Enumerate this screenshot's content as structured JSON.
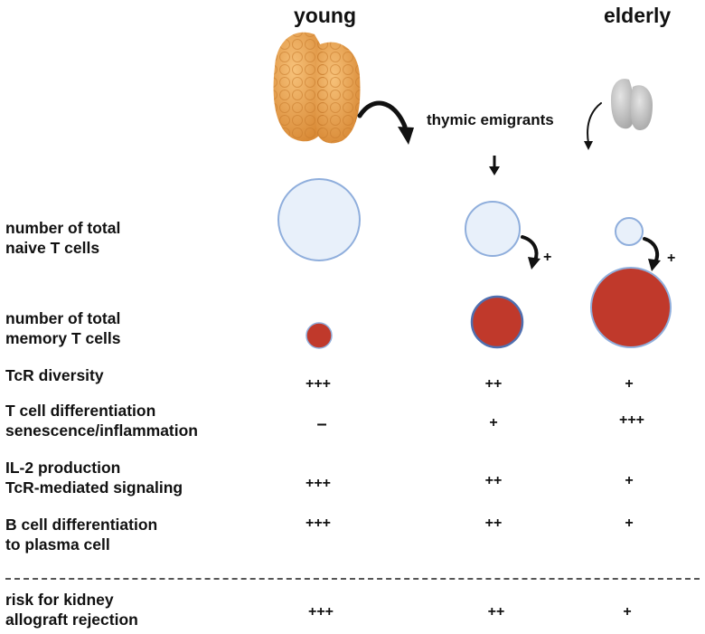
{
  "columns": {
    "young": "young",
    "elderly": "elderly"
  },
  "thymic_emigrants_label": "thymic emigrants",
  "rows": [
    {
      "label": [
        "number of total",
        "naive T cells"
      ]
    },
    {
      "label": [
        "number of total",
        "memory T cells"
      ]
    },
    {
      "label": [
        "TcR diversity"
      ],
      "values": [
        "+++",
        "++",
        "+"
      ]
    },
    {
      "label": [
        "T cell differentiation",
        "senescence/inflammation"
      ],
      "values": [
        "–",
        "+",
        "+++"
      ]
    },
    {
      "label": [
        "IL-2 production",
        "TcR-mediated signaling"
      ],
      "values": [
        "+++",
        "++",
        "+"
      ]
    },
    {
      "label": [
        "B cell differentiation",
        "to plasma cell"
      ],
      "values": [
        "+++",
        "++",
        "+"
      ]
    },
    {
      "label": [
        "risk for kidney",
        "allograft rejection"
      ],
      "values": [
        "+++",
        "++",
        "+"
      ]
    }
  ],
  "conversion_marks": [
    "+",
    "+"
  ],
  "colors": {
    "naive_fill": "#e8f0fa",
    "naive_stroke": "#8faedc",
    "memory_fill": "#c0392b",
    "young_thymus": "#e8a04e",
    "elderly_thymus": "#bdbdbd"
  },
  "icons": [
    "thymus-young-icon",
    "thymus-elderly-icon",
    "curved-arrow-icon",
    "down-arrow-icon"
  ]
}
